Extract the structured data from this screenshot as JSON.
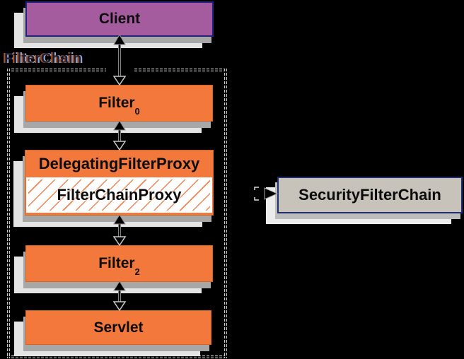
{
  "diagram": {
    "boundary_label": "FilterChain",
    "nodes": {
      "client": {
        "label": "Client"
      },
      "filter0": {
        "label": "Filter",
        "sub": "0"
      },
      "dfp": {
        "label": "DelegatingFilterProxy"
      },
      "fcp": {
        "label": "FilterChainProxy"
      },
      "filter2": {
        "label": "Filter",
        "sub": "2"
      },
      "servlet": {
        "label": "Servlet"
      },
      "sfc": {
        "label": "SecurityFilterChain"
      }
    },
    "icons": {
      "filled_arrowhead": "▲",
      "open_arrowhead": "▽",
      "right_arrowhead": "►"
    }
  },
  "colors": {
    "purple": "#a55c9e",
    "orange": "#f2793b",
    "orange_border": "#d4651f",
    "navy": "#23237e",
    "sfc_fill": "#c7c3bb",
    "sfc_border": "#1f2e6e",
    "shadow_mid": "#a7a7a7",
    "shadow_light": "#e4e4e4",
    "hatch": "#ef8550",
    "dash": "#c9c9c9",
    "text": "#0c0c0c",
    "label_fill": "#1c1c34",
    "fringe_left": "#b0541c",
    "fringe_right": "#90aede"
  }
}
